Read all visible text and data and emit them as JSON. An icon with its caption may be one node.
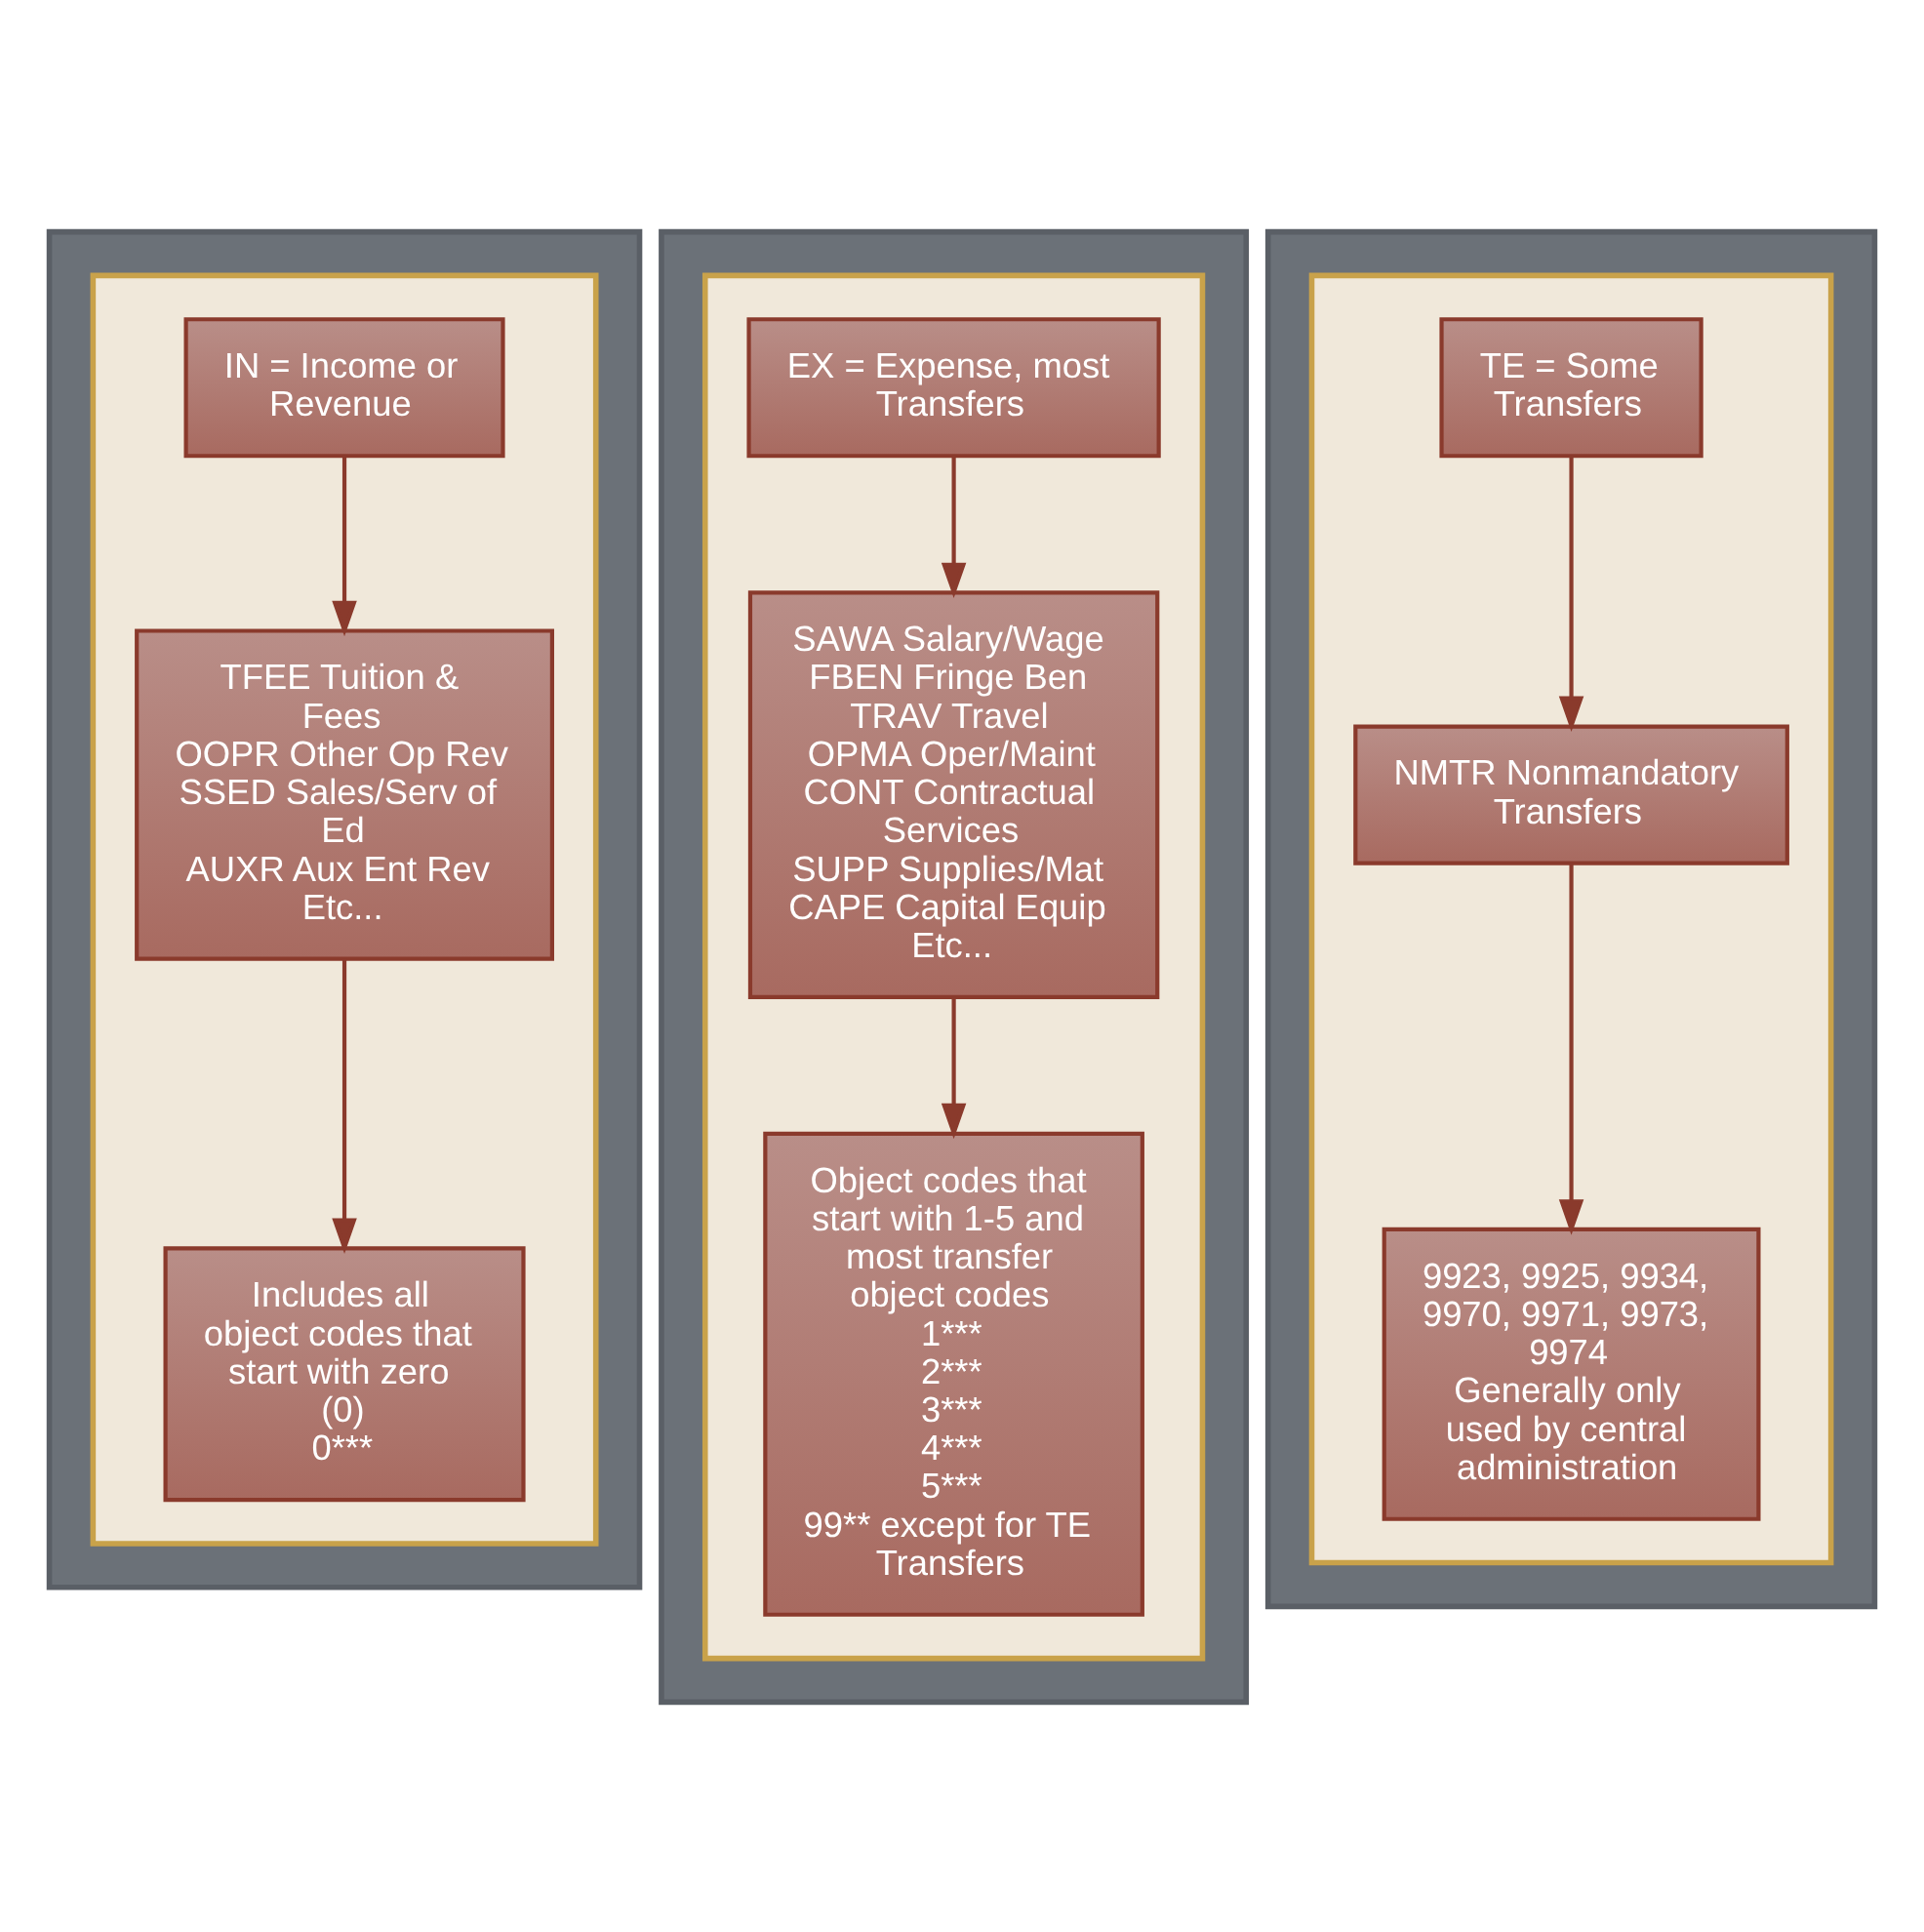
{
  "diagram": {
    "nodes": [
      {
        "text": [],
        "shape": "box"
      },
      {
        "text": [],
        "shape": "box",
        "in": 0
      },
      {
        "text": [
          "IN = Income or Revenue"
        ],
        "in": 1
      },
      {
        "text": [
          "TFEE Tuition & Fees",
          "OOPR Other Op Rev",
          "SSED Sales/Serv of Ed",
          "AUXR Aux Ent Rev",
          "Etc..."
        ],
        "in": 1
      },
      {
        "text": [
          "Includes all object codes that start with zero (0)",
          "0***"
        ],
        "in": 1
      },
      {
        "text": [],
        "shape": "box"
      },
      {
        "text": [],
        "shape": "box",
        "in": 5
      },
      {
        "text": [
          "EX = Expense, most Transfers"
        ],
        "in": 6
      },
      {
        "text": [
          "SAWA Salary/Wage",
          "FBEN Fringe Ben",
          "TRAV Travel",
          "OPMA Oper/Maint",
          "CONT Contractual Services",
          "SUPP Supplies/Mat",
          "CAPE Capital Equip",
          "Etc..."
        ],
        "in": 6
      },
      {
        "text": [
          "Object codes that start with 1-5 and most transfer object codes",
          "1***",
          "2***",
          "3***",
          "4***",
          "5***",
          "99** except for TE Transfers"
        ],
        "in": 6
      },
      {
        "text": [],
        "shape": "box"
      },
      {
        "text": [],
        "shape": "box",
        "in": 10
      },
      {
        "text": [
          "TE = Some Transfers"
        ],
        "in": 11
      },
      {
        "text": [
          "NMTR Nonmandatory Transfers"
        ],
        "in": 11
      },
      {
        "text": [
          "9923, 9925, 9934, 9970, 9971, 9973, 9974",
          "Generally only used by central administration"
        ],
        "in": 11
      }
    ],
    "edges": [
      {
        "from": 2,
        "to": 3,
        "arrow": "to"
      },
      {
        "from": 3,
        "to": 4,
        "arrow": "to"
      },
      {
        "from": 7,
        "to": 8,
        "arrow": "to"
      },
      {
        "from": 8,
        "to": 9,
        "arrow": "to"
      },
      {
        "from": 12,
        "to": 13,
        "arrow": "to"
      },
      {
        "from": 13,
        "to": 14,
        "arrow": "to"
      }
    ]
  }
}
